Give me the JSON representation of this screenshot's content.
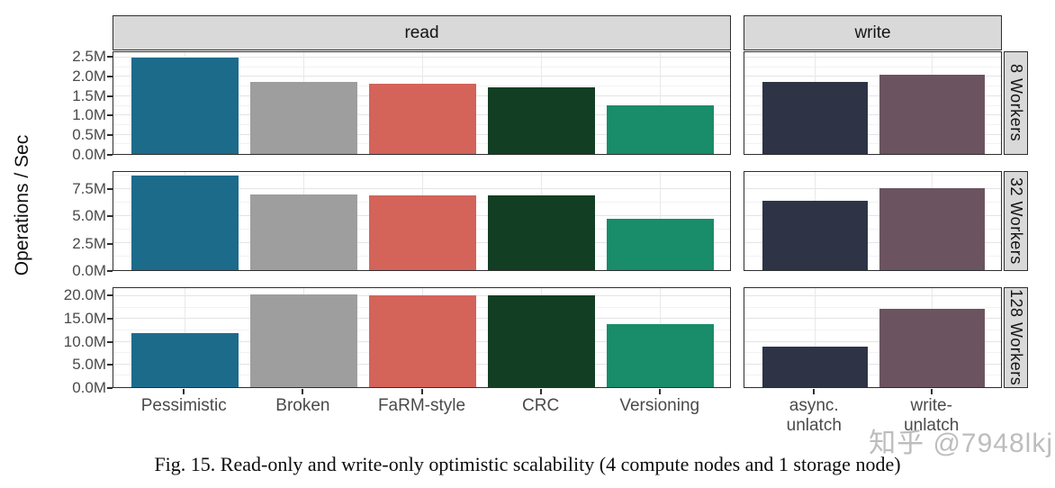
{
  "figure": {
    "y_axis_label": "Operations / Sec",
    "caption": "Fig. 15.  Read-only and write-only optimistic scalability (4 compute nodes and 1 storage node)",
    "watermark": "知乎 @7948lkj"
  },
  "colors": {
    "strip_background": "#d9d9d9",
    "panel_border": "#2e2e2e",
    "grid_major": "#e4e4e4",
    "grid_minor": "#f2f2f2",
    "tick_text": "#4a4a4a",
    "watermark_text": "#bdbdbd"
  },
  "chart_data": {
    "type": "bar",
    "title": "",
    "xlabel": "",
    "ylabel": "Operations / Sec",
    "unit": "millions of operations per second",
    "grid": true,
    "legend_position": "none",
    "facet_columns": [
      {
        "label": "read",
        "categories": [
          "Pessimistic",
          "Broken",
          "FaRM-style",
          "CRC",
          "Versioning"
        ],
        "bar_colors": [
          "#1d6b8b",
          "#9e9e9e",
          "#d4635a",
          "#123f23",
          "#198c69"
        ]
      },
      {
        "label": "write",
        "categories": [
          "async.\nunlatch",
          "write-\nunlatch"
        ],
        "bar_colors": [
          "#2e3346",
          "#6b5460"
        ]
      }
    ],
    "facet_rows": [
      {
        "label": "8 Workers",
        "ymax": 2.64,
        "ticks": [
          0.0,
          0.5,
          1.0,
          1.5,
          2.0,
          2.5
        ],
        "tick_labels": [
          "0.0M",
          "0.5M",
          "1.0M",
          "1.5M",
          "2.0M",
          "2.5M"
        ],
        "values": {
          "read": [
            2.5,
            1.87,
            1.83,
            1.73,
            1.27
          ],
          "write": [
            1.87,
            2.06
          ]
        }
      },
      {
        "label": "32 Workers",
        "ymax": 9.1,
        "ticks": [
          0.0,
          2.5,
          5.0,
          7.5
        ],
        "tick_labels": [
          "0.0M",
          "2.5M",
          "5.0M",
          "7.5M"
        ],
        "values": {
          "read": [
            8.8,
            7.0,
            6.95,
            6.9,
            4.8
          ],
          "write": [
            6.4,
            7.6
          ]
        }
      },
      {
        "label": "128 Workers",
        "ymax": 21.8,
        "ticks": [
          0.0,
          5.0,
          10.0,
          15.0,
          20.0
        ],
        "tick_labels": [
          "0.0M",
          "5.0M",
          "10.0M",
          "15.0M",
          "20.0M"
        ],
        "values": {
          "read": [
            11.9,
            20.4,
            20.3,
            20.3,
            13.9
          ],
          "write": [
            8.9,
            17.3
          ]
        }
      }
    ]
  }
}
